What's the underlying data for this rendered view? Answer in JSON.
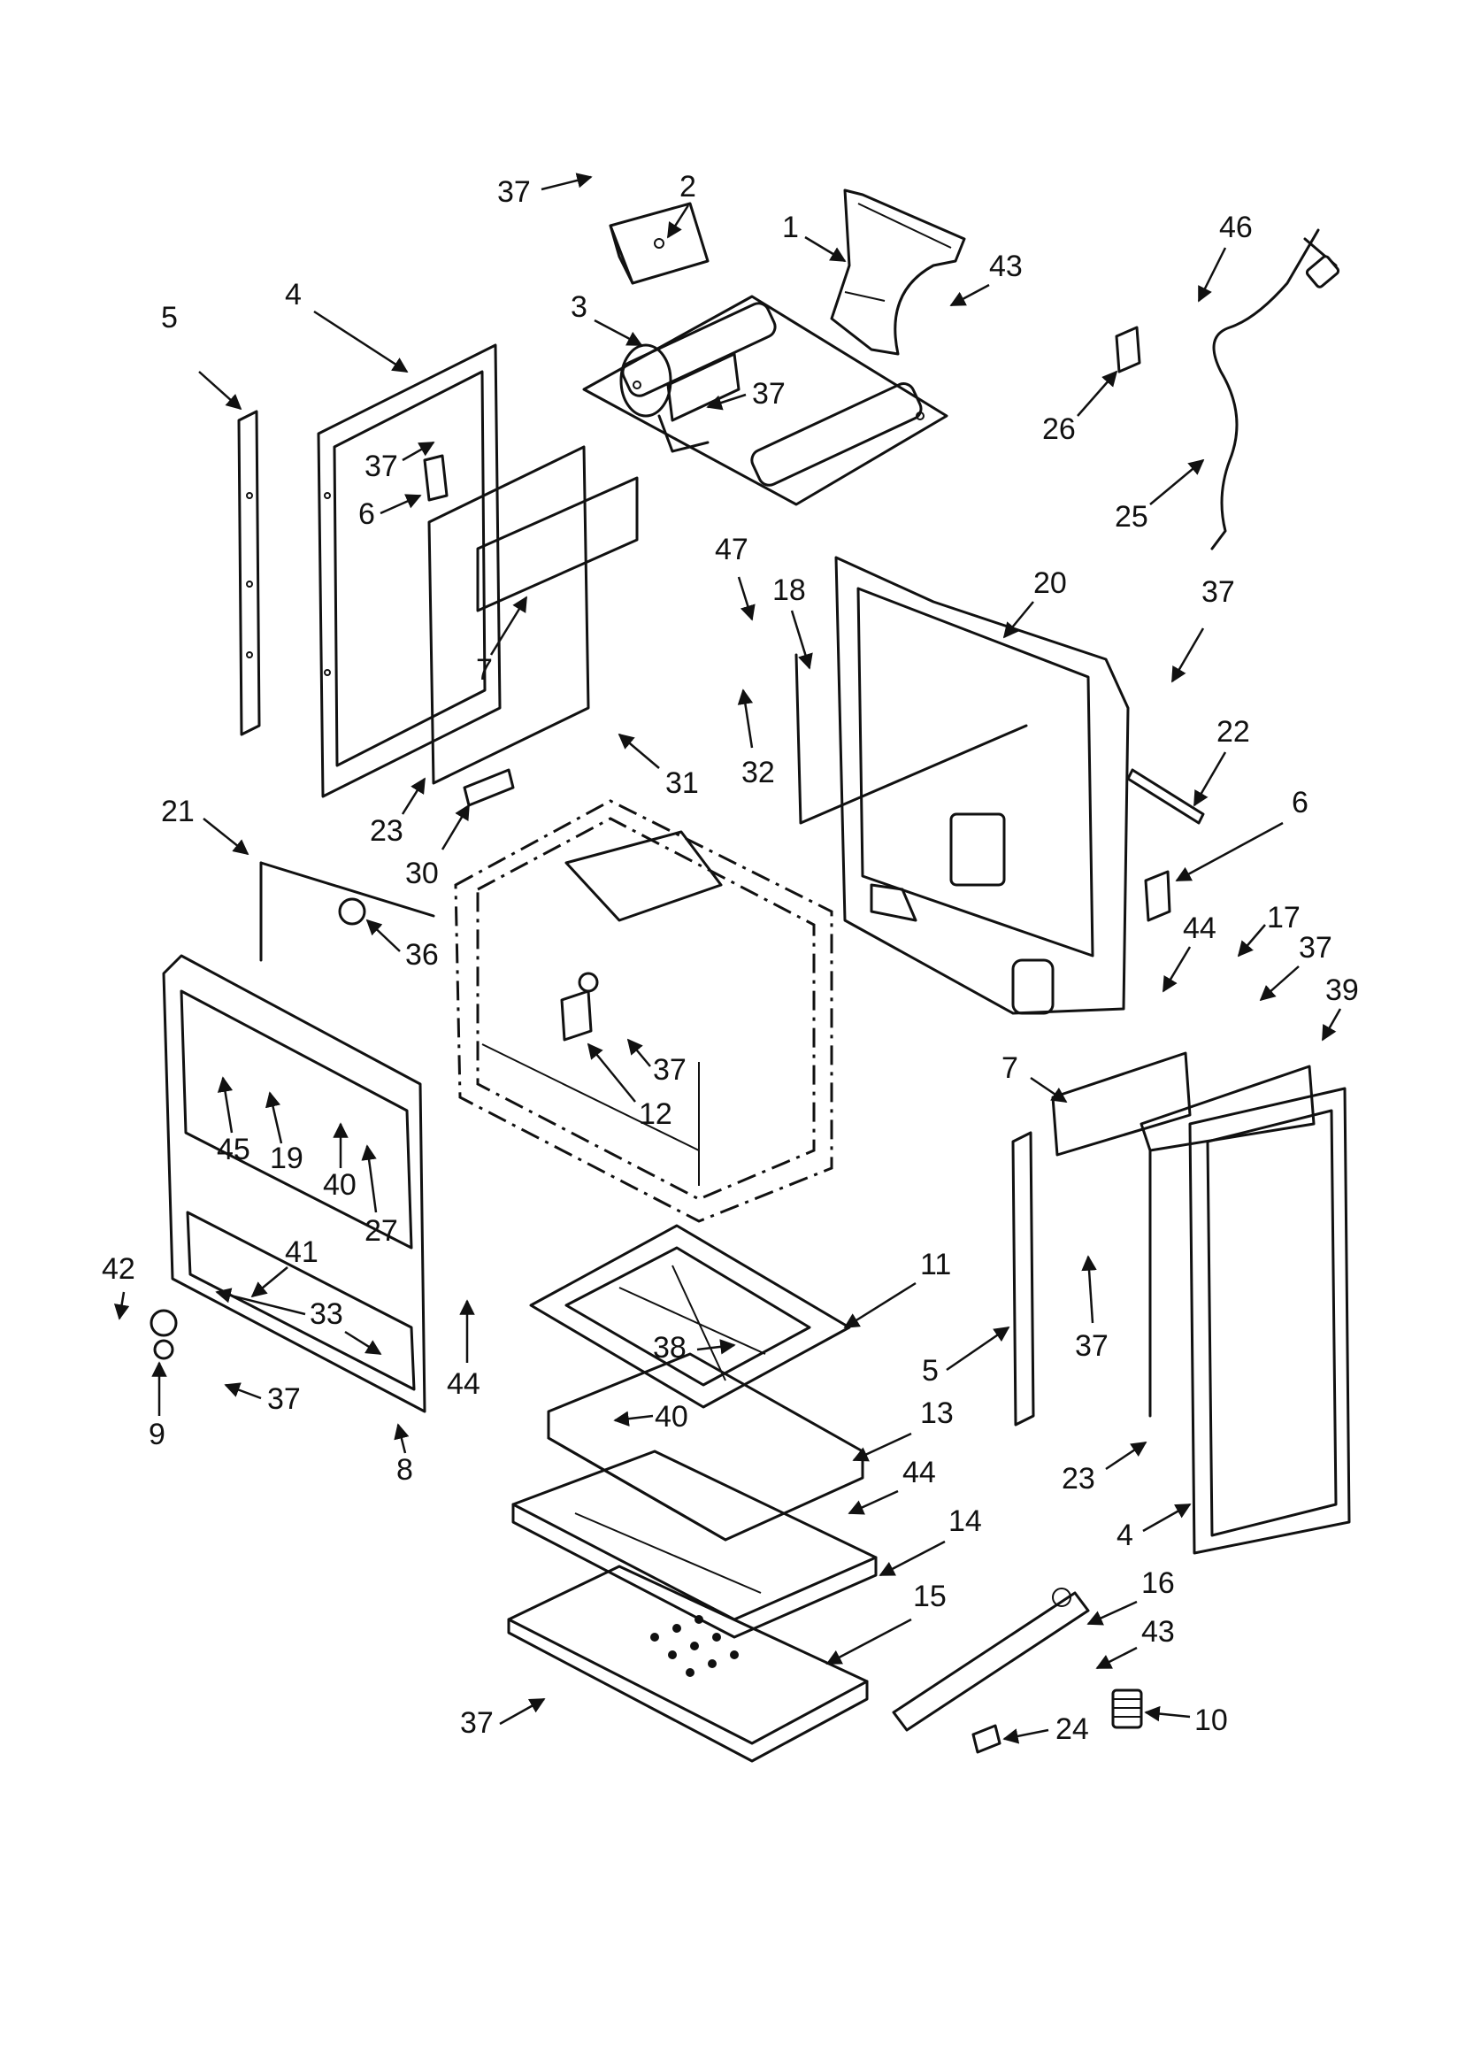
{
  "callouts": [
    {
      "id": "c37a",
      "label": "37"
    },
    {
      "id": "c2",
      "label": "2"
    },
    {
      "id": "c1",
      "label": "1"
    },
    {
      "id": "c43a",
      "label": "43"
    },
    {
      "id": "c46",
      "label": "46"
    },
    {
      "id": "c4a",
      "label": "4"
    },
    {
      "id": "c3",
      "label": "3"
    },
    {
      "id": "c5a",
      "label": "5"
    },
    {
      "id": "c37b",
      "label": "37"
    },
    {
      "id": "c37c",
      "label": "37"
    },
    {
      "id": "c26",
      "label": "26"
    },
    {
      "id": "c6a",
      "label": "6"
    },
    {
      "id": "c25",
      "label": "25"
    },
    {
      "id": "c47",
      "label": "47"
    },
    {
      "id": "c18",
      "label": "18"
    },
    {
      "id": "c20",
      "label": "20"
    },
    {
      "id": "c37d",
      "label": "37"
    },
    {
      "id": "c7a",
      "label": "7"
    },
    {
      "id": "c31",
      "label": "31"
    },
    {
      "id": "c32",
      "label": "32"
    },
    {
      "id": "c22",
      "label": "22"
    },
    {
      "id": "c21",
      "label": "21"
    },
    {
      "id": "c23a",
      "label": "23"
    },
    {
      "id": "c30",
      "label": "30"
    },
    {
      "id": "c6b",
      "label": "6"
    },
    {
      "id": "c36",
      "label": "36"
    },
    {
      "id": "c44a",
      "label": "44"
    },
    {
      "id": "c17",
      "label": "17"
    },
    {
      "id": "c37e",
      "label": "37"
    },
    {
      "id": "c39",
      "label": "39"
    },
    {
      "id": "c37f",
      "label": "37"
    },
    {
      "id": "c12",
      "label": "12"
    },
    {
      "id": "c7b",
      "label": "7"
    },
    {
      "id": "c45",
      "label": "45"
    },
    {
      "id": "c19",
      "label": "19"
    },
    {
      "id": "c40a",
      "label": "40"
    },
    {
      "id": "c27",
      "label": "27"
    },
    {
      "id": "c41",
      "label": "41"
    },
    {
      "id": "c11",
      "label": "11"
    },
    {
      "id": "c42",
      "label": "42"
    },
    {
      "id": "c33",
      "label": "33"
    },
    {
      "id": "c44b",
      "label": "44"
    },
    {
      "id": "c37g",
      "label": "37"
    },
    {
      "id": "c38",
      "label": "38"
    },
    {
      "id": "c5b",
      "label": "5"
    },
    {
      "id": "c9",
      "label": "9"
    },
    {
      "id": "c37h",
      "label": "37"
    },
    {
      "id": "c40b",
      "label": "40"
    },
    {
      "id": "c13",
      "label": "13"
    },
    {
      "id": "c8",
      "label": "8"
    },
    {
      "id": "c44c",
      "label": "44"
    },
    {
      "id": "c23b",
      "label": "23"
    },
    {
      "id": "c14",
      "label": "14"
    },
    {
      "id": "c4b",
      "label": "4"
    },
    {
      "id": "c15",
      "label": "15"
    },
    {
      "id": "c16",
      "label": "16"
    },
    {
      "id": "c43b",
      "label": "43"
    },
    {
      "id": "c37i",
      "label": "37"
    },
    {
      "id": "c10",
      "label": "10"
    },
    {
      "id": "c24",
      "label": "24"
    }
  ]
}
